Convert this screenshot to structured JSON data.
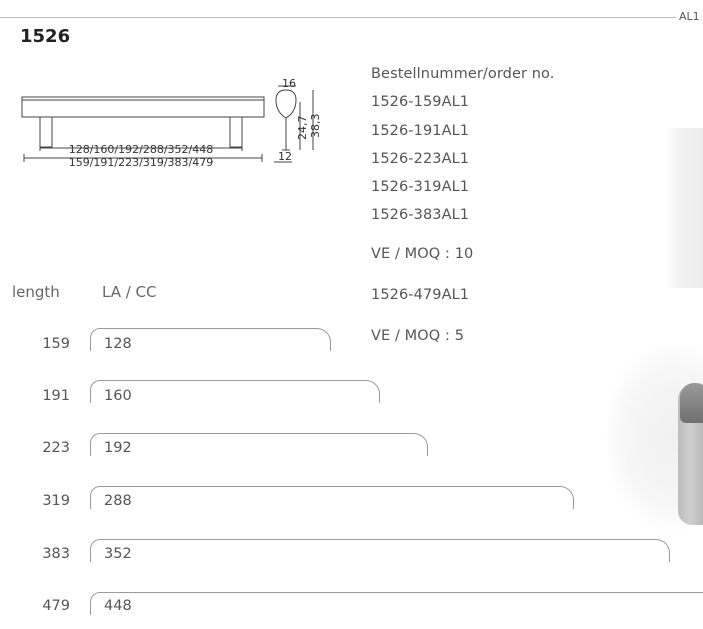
{
  "header": {
    "code": "1526",
    "finish_tag": "AL1"
  },
  "drawing": {
    "cc_line": "128/160/192/288/352/448",
    "len_line": "159/191/223/319/383/479",
    "width": "16",
    "height_inner": "24,7",
    "height_outer": "38,3",
    "base": "12"
  },
  "order": {
    "heading": "Bestellnummer/order no.",
    "group1": [
      "1526-159AL1",
      "1526-191AL1",
      "1526-223AL1",
      "1526-319AL1",
      "1526-383AL1"
    ],
    "moq1": "VE / MOQ : 10",
    "group2": [
      "1526-479AL1"
    ],
    "moq2": "VE / MOQ : 5"
  },
  "table": {
    "length_label": "length",
    "cc_label": "LA / CC",
    "rows": [
      {
        "length": "159",
        "cc": "128"
      },
      {
        "length": "191",
        "cc": "160"
      },
      {
        "length": "223",
        "cc": "192"
      },
      {
        "length": "319",
        "cc": "288"
      },
      {
        "length": "383",
        "cc": "352"
      },
      {
        "length": "479",
        "cc": "448"
      }
    ]
  },
  "colors": {
    "line": "#9a9a9a",
    "text": "#555555"
  }
}
